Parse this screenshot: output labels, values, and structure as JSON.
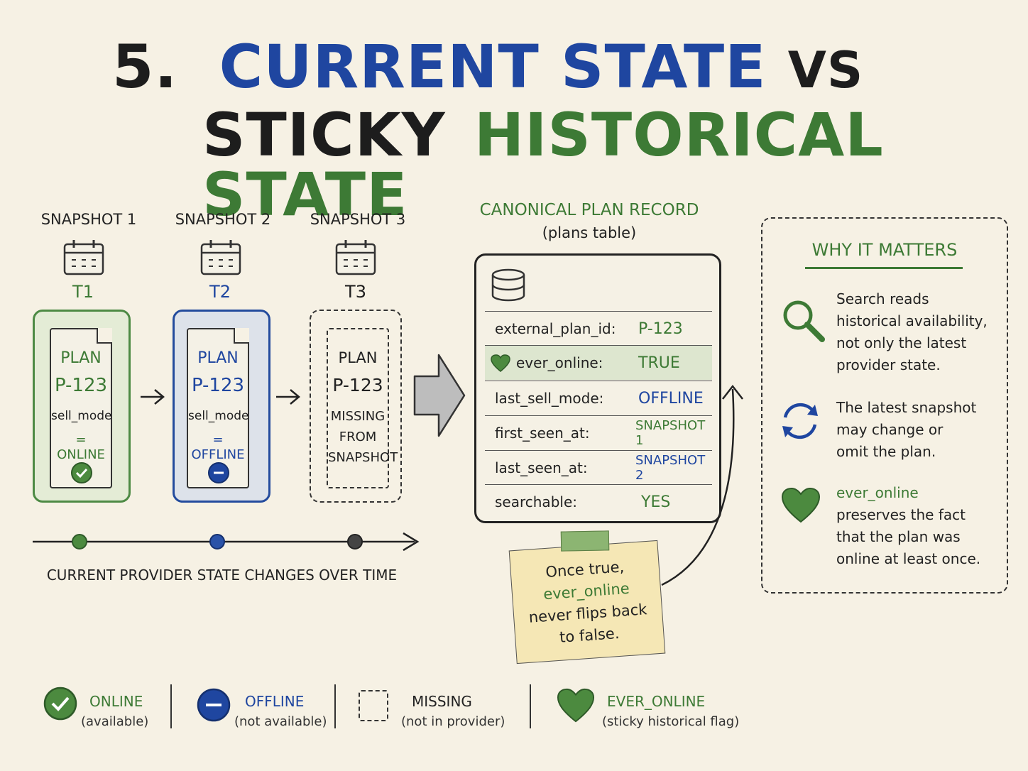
{
  "title": {
    "number": "5.",
    "part1": "CURRENT STATE",
    "part2": "VS",
    "part3": "STICKY",
    "part4": "HISTORICAL STATE"
  },
  "snapshots": [
    {
      "label": "SNAPSHOT 1",
      "time": "T1",
      "plan": "PLAN",
      "id": "P-123",
      "field": "sell_mode",
      "value": "= ONLINE",
      "state": "online"
    },
    {
      "label": "SNAPSHOT 2",
      "time": "T2",
      "plan": "PLAN",
      "id": "P-123",
      "field": "sell_mode",
      "value": "= OFFLINE",
      "state": "offline"
    },
    {
      "label": "SNAPSHOT 3",
      "time": "T3",
      "plan": "PLAN",
      "id": "P-123",
      "missing": [
        "MISSING",
        "FROM",
        "SNAPSHOT"
      ],
      "state": "missing"
    }
  ],
  "timeline": {
    "caption": "CURRENT PROVIDER STATE CHANGES OVER TIME"
  },
  "record": {
    "heading": "CANONICAL PLAN RECORD",
    "subheading": "(plans table)",
    "rows": [
      {
        "key": "external_plan_id:",
        "value": "P-123"
      },
      {
        "key": "ever_online:",
        "value": "TRUE"
      },
      {
        "key": "last_sell_mode:",
        "value": "OFFLINE"
      },
      {
        "key": "first_seen_at:",
        "value": "SNAPSHOT 1"
      },
      {
        "key": "last_seen_at:",
        "value": "SNAPSHOT 2"
      },
      {
        "key": "searchable:",
        "value": "YES"
      }
    ]
  },
  "note": {
    "line1": "Once true,",
    "line2": "ever_online",
    "line3": "never flips back",
    "line4": "to false."
  },
  "why": {
    "heading": "WHY IT MATTERS",
    "items": [
      {
        "icon": "magnifier-icon",
        "lines": [
          "Search reads",
          "historical availability,",
          "not only the latest",
          "provider state."
        ]
      },
      {
        "icon": "refresh-icon",
        "lines": [
          "The latest snapshot",
          "may change or",
          "omit the plan."
        ]
      },
      {
        "icon": "heart-icon",
        "lines": [
          "ever_online",
          "preserves the fact",
          "that the plan was",
          "online at least once."
        ]
      }
    ]
  },
  "legend": [
    {
      "label": "ONLINE",
      "sub": "(available)"
    },
    {
      "label": "OFFLINE",
      "sub": "(not available)"
    },
    {
      "label": "MISSING",
      "sub": "(not in provider)"
    },
    {
      "label": "EVER_ONLINE",
      "sub": "(sticky historical flag)"
    }
  ],
  "colors": {
    "green": "#3d7a35",
    "blue": "#1f46a0",
    "background": "#f6f1e4"
  }
}
